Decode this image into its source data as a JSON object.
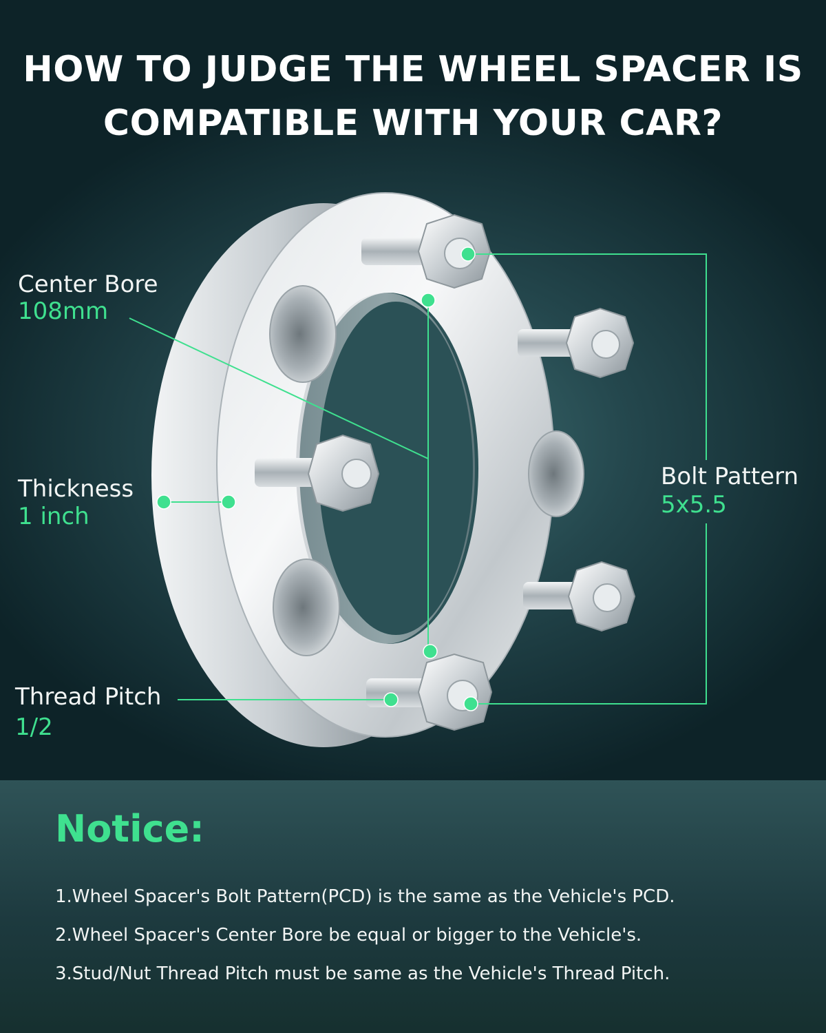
{
  "headline": {
    "line1": "HOW TO JUDGE THE WHEEL SPACER IS",
    "line2": "COMPATIBLE WITH YOUR CAR?"
  },
  "specs": {
    "center_bore": {
      "label": "Center Bore",
      "value": "108mm"
    },
    "thickness": {
      "label": "Thickness",
      "value": "1 inch"
    },
    "thread_pitch": {
      "label": "Thread Pitch",
      "value": "1/2"
    },
    "bolt_pattern": {
      "label": "Bolt Pattern",
      "value": "5x5.5"
    }
  },
  "notice": {
    "title": "Notice:",
    "items": [
      "1.Wheel Spacer's Bolt Pattern(PCD) is the same as the Vehicle's PCD.",
      "2.Wheel Spacer's Center Bore be equal or bigger to the Vehicle's.",
      "3.Stud/Nut Thread Pitch must be same as the Vehicle's Thread Pitch."
    ]
  },
  "colors": {
    "accent": "#3fe08f",
    "background_dark": "#0d2328",
    "background_mid": "#2f5e63",
    "text": "#ffffff"
  }
}
